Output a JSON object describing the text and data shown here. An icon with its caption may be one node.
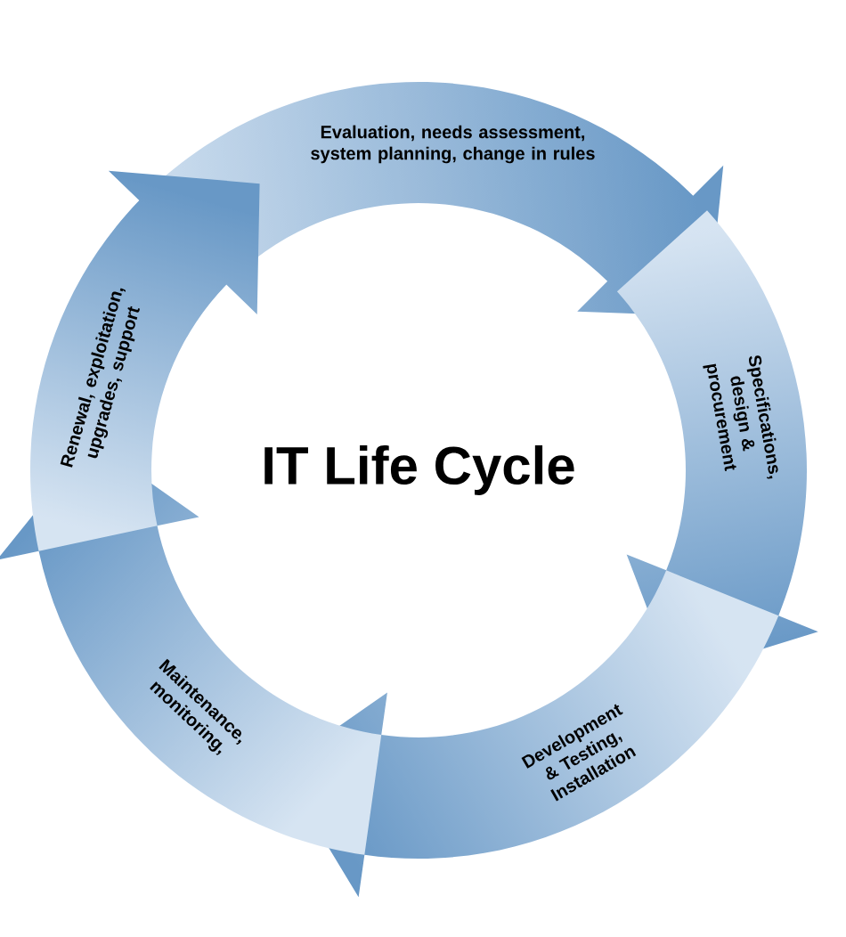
{
  "diagram": {
    "title": "IT Life Cycle",
    "nodes": [
      {
        "text": [
          "Evaluation, needs assessment, system planning, change in rules"
        ]
      },
      {
        "text": [
          "Specifications, design & procurement"
        ]
      },
      {
        "text": [
          "Development & Testing, Installation"
        ]
      },
      {
        "text": [
          "Maintenance, monitoring,"
        ]
      },
      {
        "text": [
          "Renewal, exploitation, upgrades, support"
        ]
      }
    ]
  }
}
